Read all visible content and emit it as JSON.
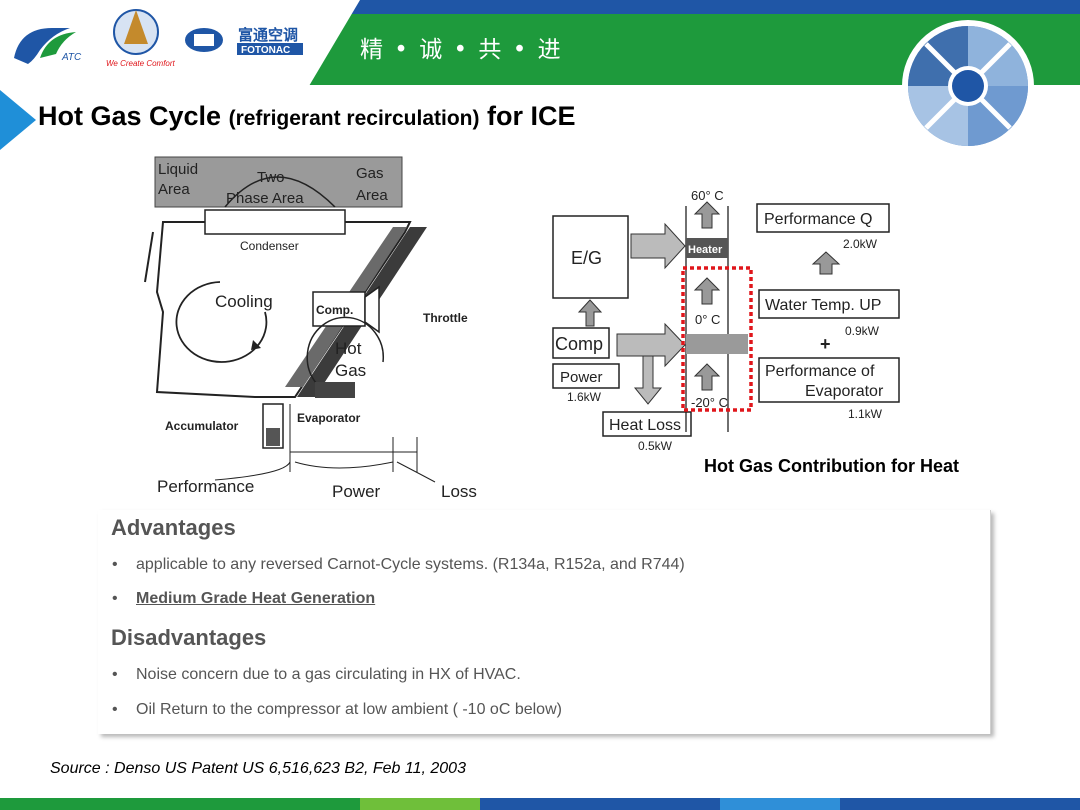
{
  "header": {
    "logo_badge": "ATC",
    "logo_tagline": "We Create Comfort",
    "logo_brand_cn": "富通空调",
    "logo_brand_en": "FOTONAC",
    "slogan": "精 • 诚 • 共 • 进",
    "colors": {
      "green": "#1e9a3c",
      "blue": "#1f56a6",
      "accent": "#1f8fd8"
    }
  },
  "title": {
    "main": "Hot Gas Cycle ",
    "sub": "(refrigerant recirculation)",
    "suffix": " for ICE"
  },
  "cycle_diagram": {
    "liquid": "Liquid",
    "area1": "Area",
    "two": "Two",
    "phase_area": "Phase Area",
    "gas": "Gas",
    "area2": "Area",
    "condenser": "Condenser",
    "cooling": "Cooling",
    "comp": "Comp.",
    "throttle": "Throttle",
    "hot": "Hot",
    "gas_label": "Gas",
    "accumulator": "Accumulator",
    "evaporator": "Evaporator",
    "performance": "Performance",
    "power": "Power",
    "loss": "Loss"
  },
  "heat_diagram": {
    "temp_top": "60° C",
    "eg": "E/G",
    "heater": "Heater",
    "temp_mid": "0° C",
    "comp": "Comp",
    "power": "Power",
    "power_val": "1.6kW",
    "temp_bottom": "-20° C",
    "heat_loss": "Heat Loss",
    "heat_loss_val": "0.5kW",
    "perf_q": "Performance Q",
    "perf_q_val": "2.0kW",
    "water_temp": "Water Temp. UP",
    "water_temp_val": "0.9kW",
    "plus": "+",
    "perf_evap_1": "Performance of",
    "perf_evap_2": "Evaporator",
    "perf_evap_val": "1.1kW",
    "highlight_color": "#e0161b"
  },
  "caption_right": "Hot Gas Contribution for Heat",
  "advantages": {
    "heading": "Advantages",
    "items": [
      "applicable to any reversed Carnot-Cycle systems. (R134a, R152a, and R744)",
      "Medium Grade Heat Generation"
    ]
  },
  "disadvantages": {
    "heading": "Disadvantages",
    "items": [
      "Noise concern due to a gas circulating in HX of HVAC.",
      "Oil Return to the compressor at low ambient ( -10 oC below)"
    ]
  },
  "source": "Source : Denso US Patent US 6,516,623 B2, Feb 11, 2003"
}
